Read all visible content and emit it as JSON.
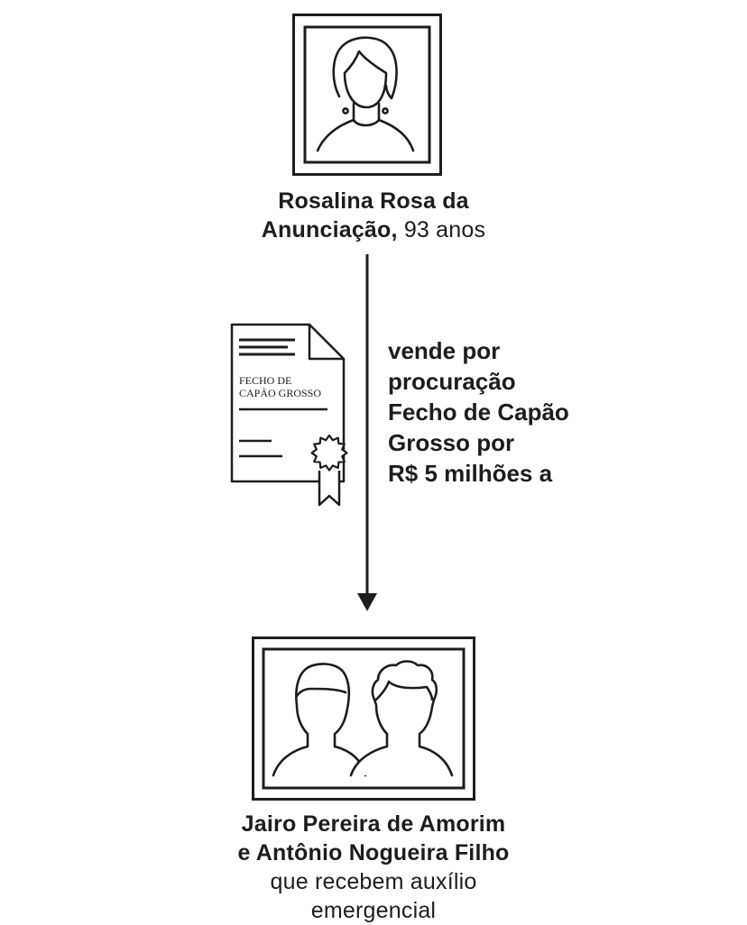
{
  "seller": {
    "name_line1": "Rosalina Rosa da",
    "name_line2": "Anunciação,",
    "age": "93 anos"
  },
  "transaction": {
    "text": "vende por\nprocuração\nFecho de Capão\nGrosso por\nR$ 5 milhões a"
  },
  "document": {
    "title_line1": "FECHO DE",
    "title_line2": "CAPÃO GROSSO",
    "icon": "certificate-icon"
  },
  "buyers": {
    "names_line1": "Jairo Pereira de Amorim",
    "names_line2": "e Antônio Nogueira Filho",
    "desc_line1": "que recebem auxílio",
    "desc_line2": "emergencial"
  },
  "colors": {
    "ink": "#1d1d1b",
    "background": "#ffffff"
  }
}
